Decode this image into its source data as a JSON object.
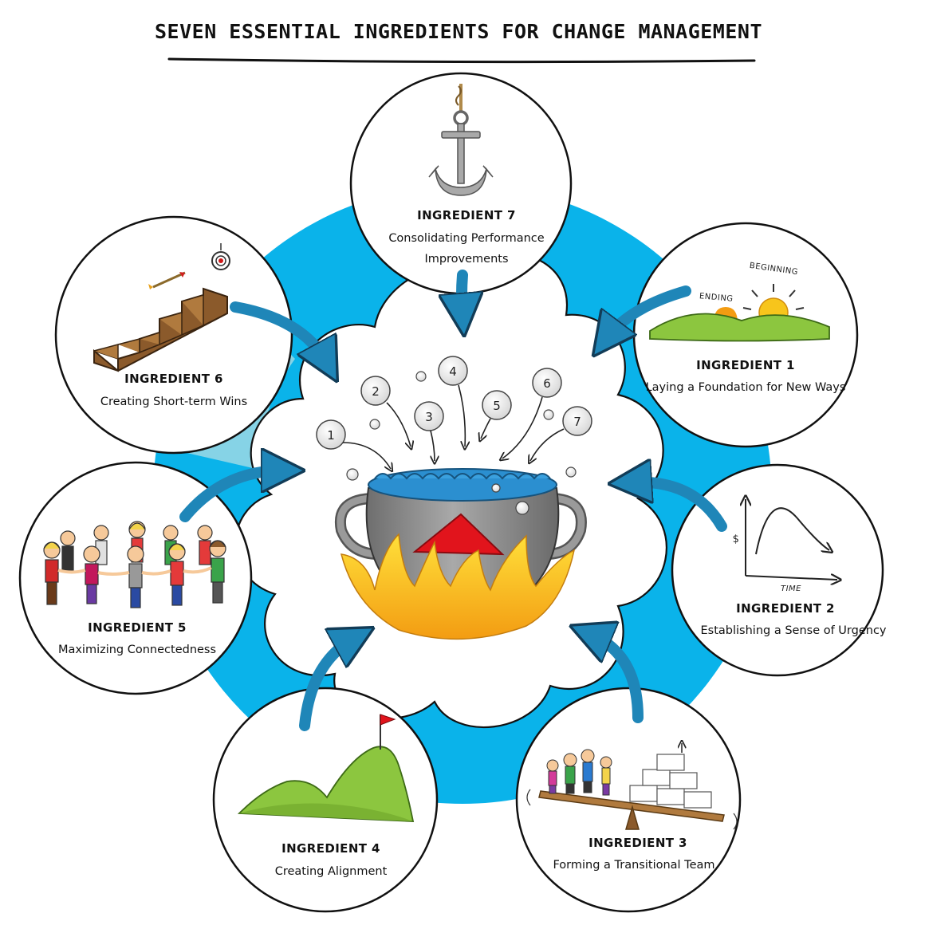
{
  "title": "SEVEN ESSENTIAL INGREDIENTS FOR CHANGE MANAGEMENT",
  "ingredients": [
    {
      "title": "INGREDIENT 1",
      "line1": "Laying a Foundation for New Ways",
      "line2": "",
      "icon": "sunrise-hills-icon"
    },
    {
      "title": "INGREDIENT 2",
      "line1": "Establishing a Sense of Urgency",
      "line2": "",
      "icon": "curve-graph-icon"
    },
    {
      "title": "INGREDIENT 3",
      "line1": "Forming a Transitional Team",
      "line2": "",
      "icon": "seesaw-team-icon"
    },
    {
      "title": "INGREDIENT 4",
      "line1": "Creating Alignment",
      "line2": "",
      "icon": "mountain-flag-icon"
    },
    {
      "title": "INGREDIENT 5",
      "line1": "Maximizing Connectedness",
      "line2": "",
      "icon": "people-circle-icon"
    },
    {
      "title": "INGREDIENT 6",
      "line1": "Creating Short-term Wins",
      "line2": "",
      "icon": "stairs-target-icon"
    },
    {
      "title": "INGREDIENT 7",
      "line1": "Consolidating Performance",
      "line2": "Improvements",
      "icon": "anchor-icon"
    }
  ],
  "labels": {
    "beginning": "BEGINNING",
    "ending": "ENDING",
    "dollar": "$",
    "time": "TIME"
  },
  "balls": [
    "1",
    "2",
    "3",
    "4",
    "5",
    "6",
    "7"
  ],
  "colors": {
    "ring": "#0ab3ea",
    "ring_light": "#86d3e6",
    "arrow": "#1f86b8",
    "pot": "#8a8a8a",
    "flame": "#f7c51c",
    "lid": "#2b8fd0",
    "triangle": "#e1141c"
  }
}
